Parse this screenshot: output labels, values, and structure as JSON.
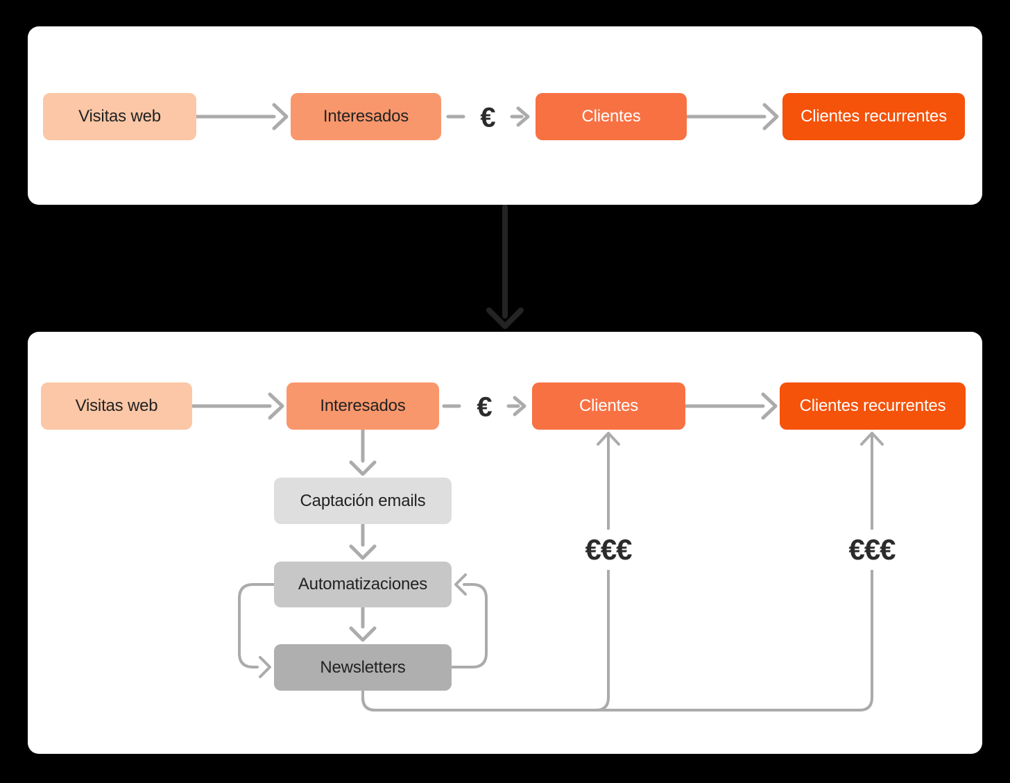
{
  "colors": {
    "background": "#000000",
    "panel": "#FFFFFF",
    "stage_visitas": "#FBC7A6",
    "stage_interesados": "#F9976C",
    "stage_clientes": "#F87143",
    "stage_recurrentes": "#F5520A",
    "gray_captacion": "#DEDEDE",
    "gray_automatizaciones": "#C7C7C7",
    "gray_newsletters": "#AFAFAF",
    "arrow_gray": "#ABABAB",
    "arrow_dark": "#242424",
    "text_dark": "#222222",
    "text_light": "#FFFFFF"
  },
  "top_funnel": {
    "stages": [
      {
        "label": "Visitas web"
      },
      {
        "label": "Interesados"
      },
      {
        "label": "Clientes"
      },
      {
        "label": "Clientes recurrentes"
      }
    ],
    "euro_symbol": "€"
  },
  "bottom_funnel": {
    "stages": [
      {
        "label": "Visitas web"
      },
      {
        "label": "Interesados"
      },
      {
        "label": "Clientes"
      },
      {
        "label": "Clientes recurrentes"
      }
    ],
    "euro_symbol": "€",
    "email_flow": [
      {
        "label": "Captación emails"
      },
      {
        "label": "Automatizaciones"
      },
      {
        "label": "Newsletters"
      }
    ],
    "revenue_labels": [
      {
        "label": "€€€"
      },
      {
        "label": "€€€"
      }
    ]
  }
}
